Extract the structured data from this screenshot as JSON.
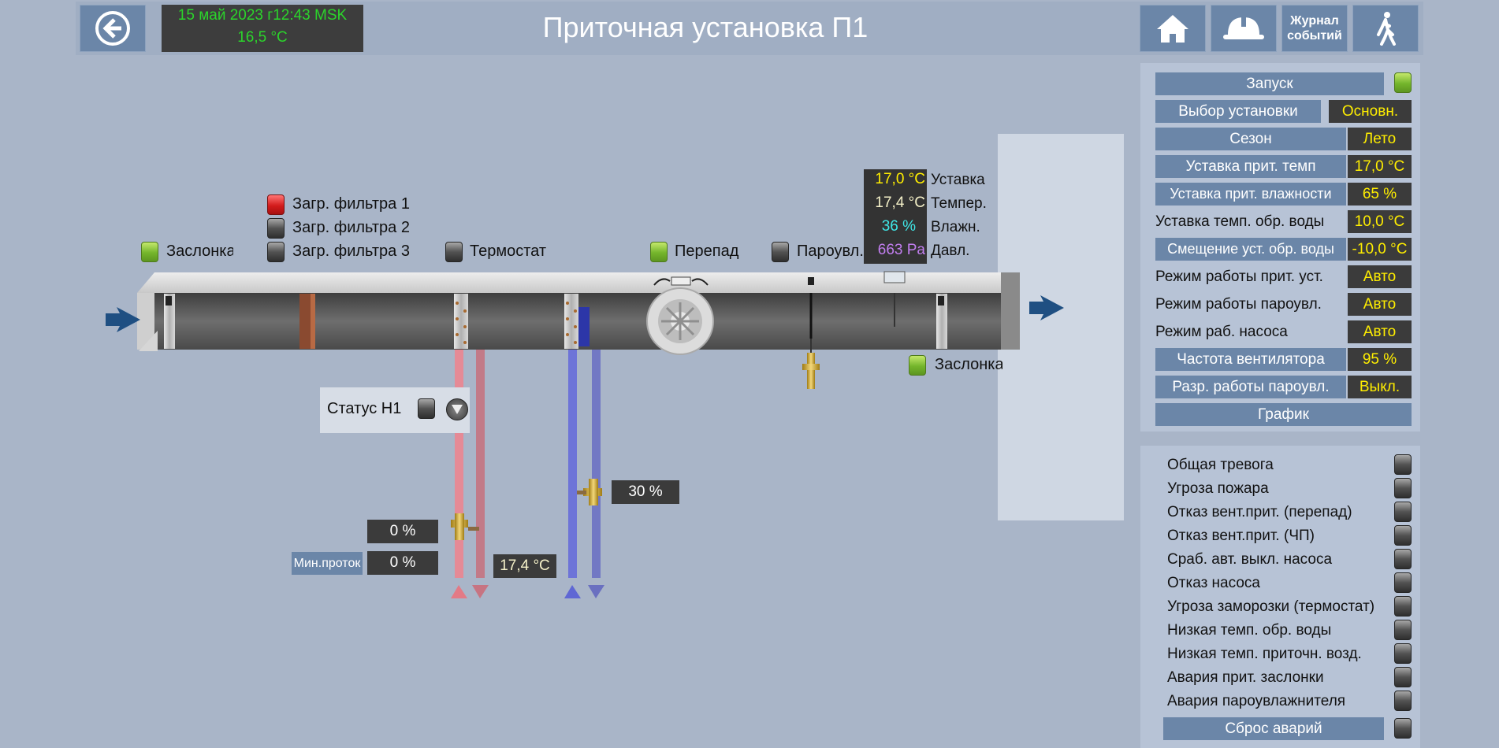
{
  "header": {
    "datetime": "15 май 2023 г12:43 MSK",
    "outdoor_temp": "16,5 °С",
    "title": "Приточная установка П1",
    "journal_line1": "Журнал",
    "journal_line2": "событий"
  },
  "controls": {
    "start_label": "Запуск",
    "unit_select_label": "Выбор установки",
    "unit_select_value": "Основн.",
    "season_label": "Сезон",
    "season_value": "Лето",
    "supply_temp_sp_label": "Уставка прит. темп",
    "supply_temp_sp_value": "17,0 °C",
    "supply_hum_sp_label": "Уставка прит. влажности",
    "supply_hum_sp_value": "65 %",
    "return_water_sp_label": "Уставка темп. обр. воды",
    "return_water_sp_value": "10,0 °C",
    "return_water_offset_label": "Смещение уст. обр. воды",
    "return_water_offset_value": "-10,0 °C",
    "supply_mode_label": "Режим работы прит. уст.",
    "supply_mode_value": "Авто",
    "humidifier_mode_label": "Режим работы пароувл.",
    "humidifier_mode_value": "Авто",
    "pump_mode_label": "Режим раб. насоса",
    "pump_mode_value": "Авто",
    "fan_freq_label": "Частота вентилятора",
    "fan_freq_value": "95 %",
    "humidifier_enable_label": "Разр. работы пароувл.",
    "humidifier_enable_value": "Выкл.",
    "chart_label": "График"
  },
  "alarms": {
    "items": [
      "Общая тревога",
      "Угроза пожара",
      "Отказ вент.прит. (перепад)",
      "Отказ вент.прит. (ЧП)",
      "Сраб. авт. выкл. насоса",
      "Отказ насоса",
      "Угроза заморозки (термостат)",
      "Низкая темп. обр. воды",
      "Низкая темп. приточн. возд.",
      "Авария прит. заслонки",
      "Авария пароувлажнителя"
    ],
    "reset_label": "Сброс аварий"
  },
  "schema": {
    "damper_in_label": "Заслонка",
    "filter1_label": "Загр. фильтра 1",
    "filter2_label": "Загр. фильтра 2",
    "filter3_label": "Загр. фильтра 3",
    "thermostat_label": "Термостат",
    "diff_label": "Перепад",
    "humidifier_label": "Пароувл.",
    "damper_out_label": "Заслонка",
    "sensor_setpoint_value": "17,0 °C",
    "sensor_setpoint_label": "Уставка",
    "sensor_temp_value": "17,4 °C",
    "sensor_temp_label": "Темпер.",
    "sensor_hum_value": "36 %",
    "sensor_hum_label": "Влажн.",
    "sensor_press_value": "663 Pa",
    "sensor_press_label": "Давл.",
    "pump_status_label": "Статус Н1",
    "heat_valve_value": "0 %",
    "min_flow_label": "Мин.проток",
    "min_flow_value": "0 %",
    "return_water_temp_value": "17,4 °C",
    "cool_valve_value": "30 %"
  },
  "colors": {
    "button_blue": "#6b86a8",
    "value_yellow": "#ffee00",
    "hot_pipe": "#e58a96",
    "cold_pipe": "#6d74d8"
  }
}
